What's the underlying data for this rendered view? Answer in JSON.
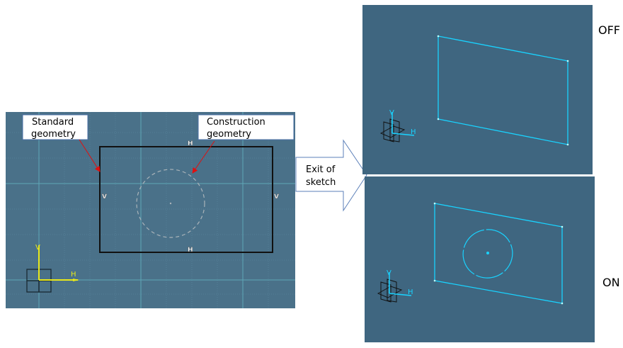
{
  "left_panel": {
    "callout_standard": [
      "Standard",
      "geometry"
    ],
    "callout_construction": [
      "Construction",
      "geometry"
    ],
    "constraint_h": "H",
    "constraint_v": "V",
    "axis_h": "H",
    "axis_v": "V"
  },
  "arrow_label": [
    "Exit of",
    "sketch"
  ],
  "top_panel": {
    "label": "OFF",
    "axis_h": "H",
    "axis_v": "V"
  },
  "bottom_panel": {
    "label": "ON",
    "axis_h": "H",
    "axis_v": "V"
  },
  "colors": {
    "sketch_bg": "#4a7189",
    "view_bg": "#3f6680",
    "grid": "#5fa6b8",
    "geometry_3d": "#19d3ff",
    "axis_yellow": "#e8e81a",
    "callout_arrow": "#e01010"
  }
}
